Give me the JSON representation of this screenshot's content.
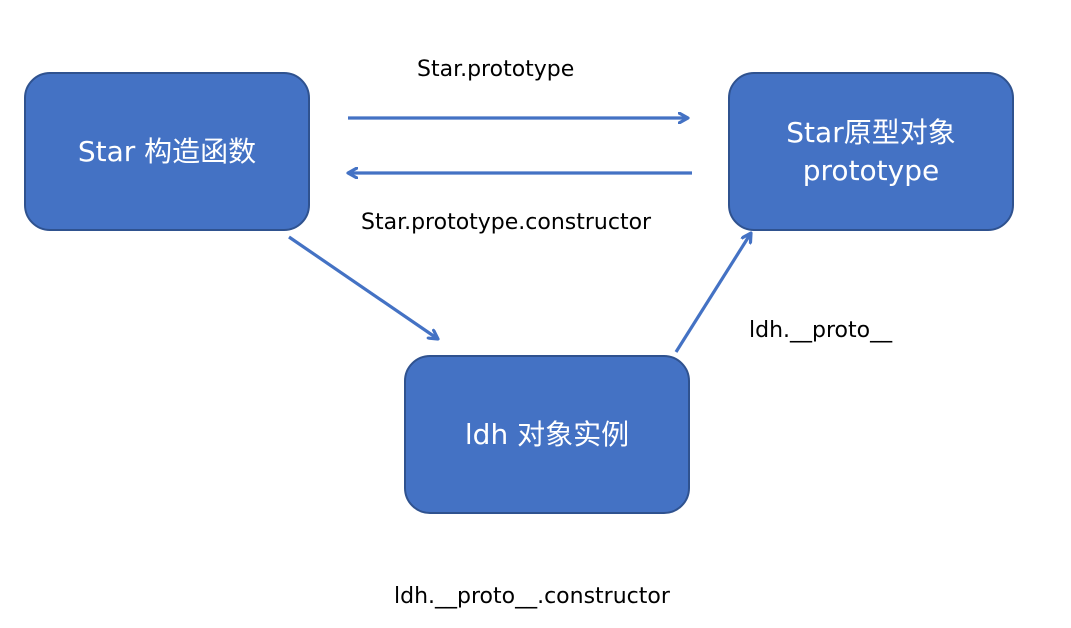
{
  "diagram": {
    "accent_color": "#4472c4",
    "border_color": "#2f528f",
    "arrow_color": "#4472c4",
    "nodes": {
      "star_constructor": {
        "line1": "Star 构造函数"
      },
      "star_prototype": {
        "line1": "Star原型对象",
        "line2": "prototype"
      },
      "ldh_instance": {
        "line1": "ldh 对象实例"
      }
    },
    "edges": {
      "star_to_prototype": "Star.prototype",
      "prototype_to_star": "Star.prototype.constructor",
      "ldh_to_prototype": "ldh.__proto__",
      "ldh_proto_constructor": "ldh.__proto__.constructor"
    }
  }
}
